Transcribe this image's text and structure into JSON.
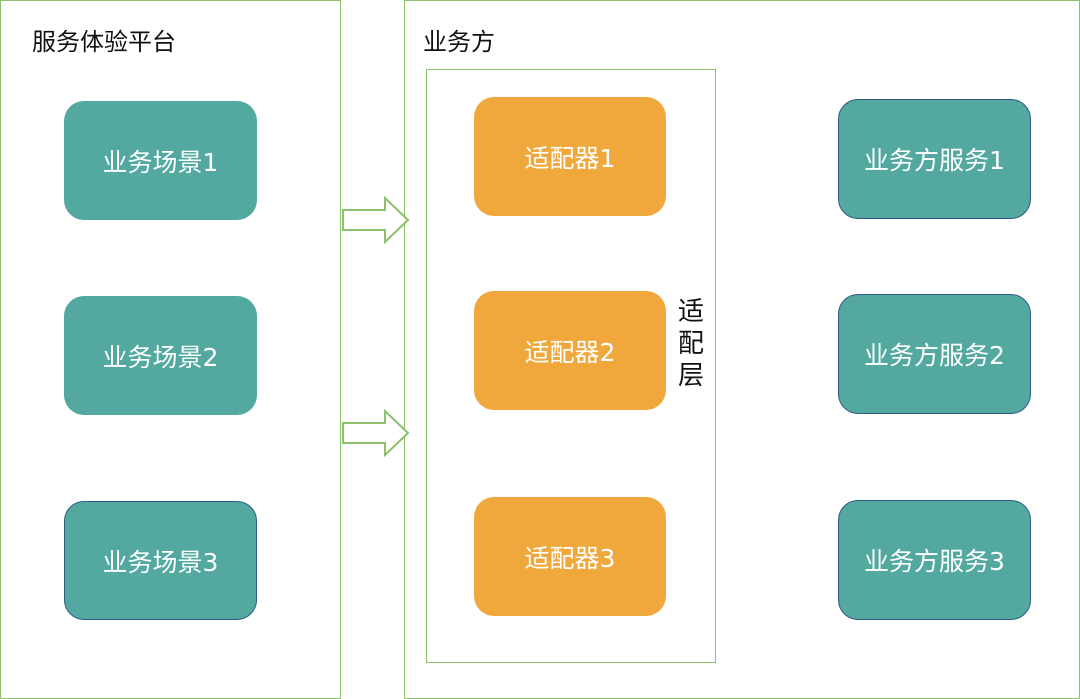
{
  "platform": {
    "title": "服务体验平台",
    "scenes": [
      "业务场景1",
      "业务场景2",
      "业务场景3"
    ]
  },
  "business": {
    "title": "业务方",
    "adapter_layer": {
      "label": [
        "适",
        "配",
        "层"
      ],
      "adapters": [
        "适配器1",
        "适配器2",
        "适配器3"
      ]
    },
    "services": [
      "业务方服务1",
      "业务方服务2",
      "业务方服务3"
    ]
  },
  "colors": {
    "teal": "#53a89f",
    "orange": "#f0a83c",
    "border_green": "#8cc06a",
    "box_border_blue": "#2f5a85"
  }
}
